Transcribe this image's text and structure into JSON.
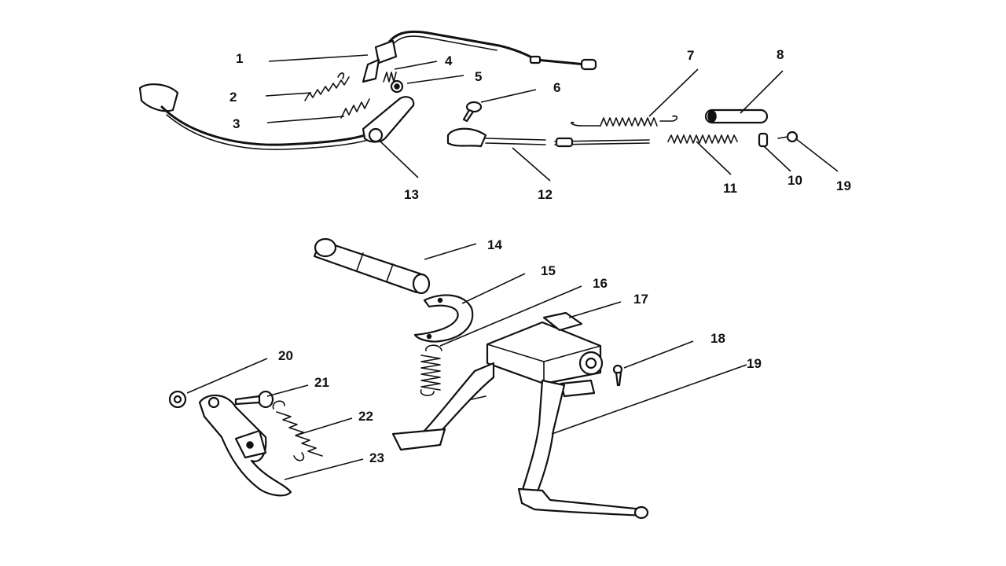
{
  "callouts": {
    "c1": "1",
    "c2": "2",
    "c3": "3",
    "c4": "4",
    "c5": "5",
    "c6": "6",
    "c7": "7",
    "c8": "8",
    "c10": "10",
    "c11": "11",
    "c12": "12",
    "c13": "13",
    "c19a": "19",
    "c14": "14",
    "c15": "15",
    "c16": "16",
    "c17": "17",
    "c18": "18",
    "c19b": "19",
    "c20": "20",
    "c21": "21",
    "c22": "22",
    "c23": "23"
  },
  "colors": {
    "ink": "#111111",
    "paper": "#ffffff"
  }
}
